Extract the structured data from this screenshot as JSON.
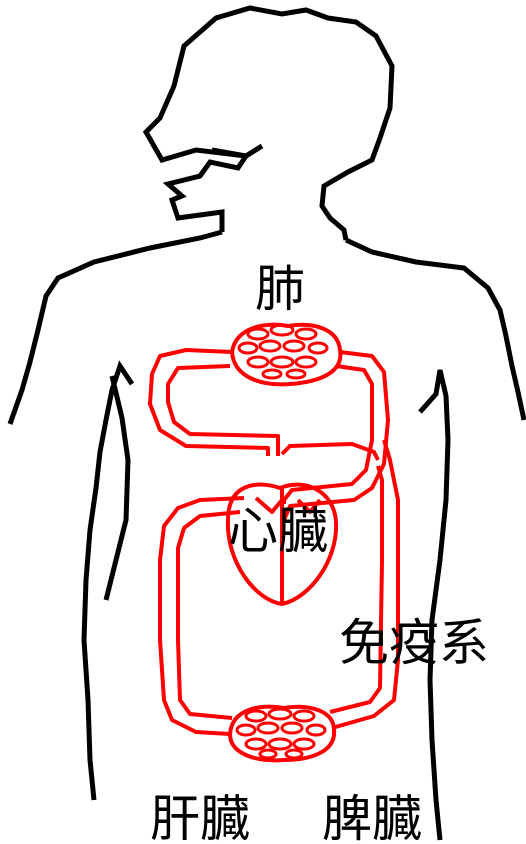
{
  "labels": {
    "lung": "肺",
    "heart": "心臓",
    "immune": "免疫系",
    "liver": "肝臓",
    "spleen": "脾臓"
  },
  "colors": {
    "outline": "#000000",
    "vessel": "#ff0000",
    "background": "#ffffff"
  }
}
